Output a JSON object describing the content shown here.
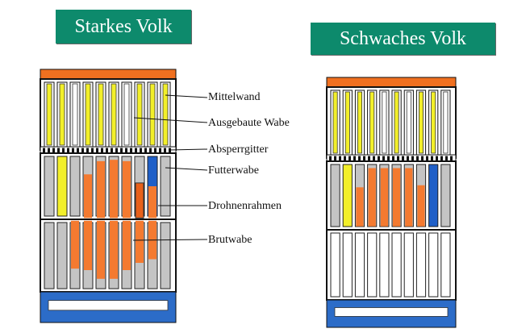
{
  "titles": {
    "left": "Starkes Volk",
    "right": "Schwaches Volk"
  },
  "labels": {
    "mittelwand": "Mittelwand",
    "ausgebaute_wabe": "Ausgebaute Wabe",
    "absperrgitter": "Absperrgitter",
    "futterwabe": "Futterwabe",
    "drohnenrahmen": "Drohnenrahmen",
    "brutwabe": "Brutwabe"
  },
  "colors": {
    "banner": "#0d8a6c",
    "lid": "#f07020",
    "foundation": "#f2ef2a",
    "drawn_comb": "#ffffff",
    "brood": "#f47a30",
    "drone_frame": "#e8601a",
    "feed_comb": "#1f5fc8",
    "empty_comb": "#c4c4c4",
    "floor": "#2c6cc8"
  }
}
